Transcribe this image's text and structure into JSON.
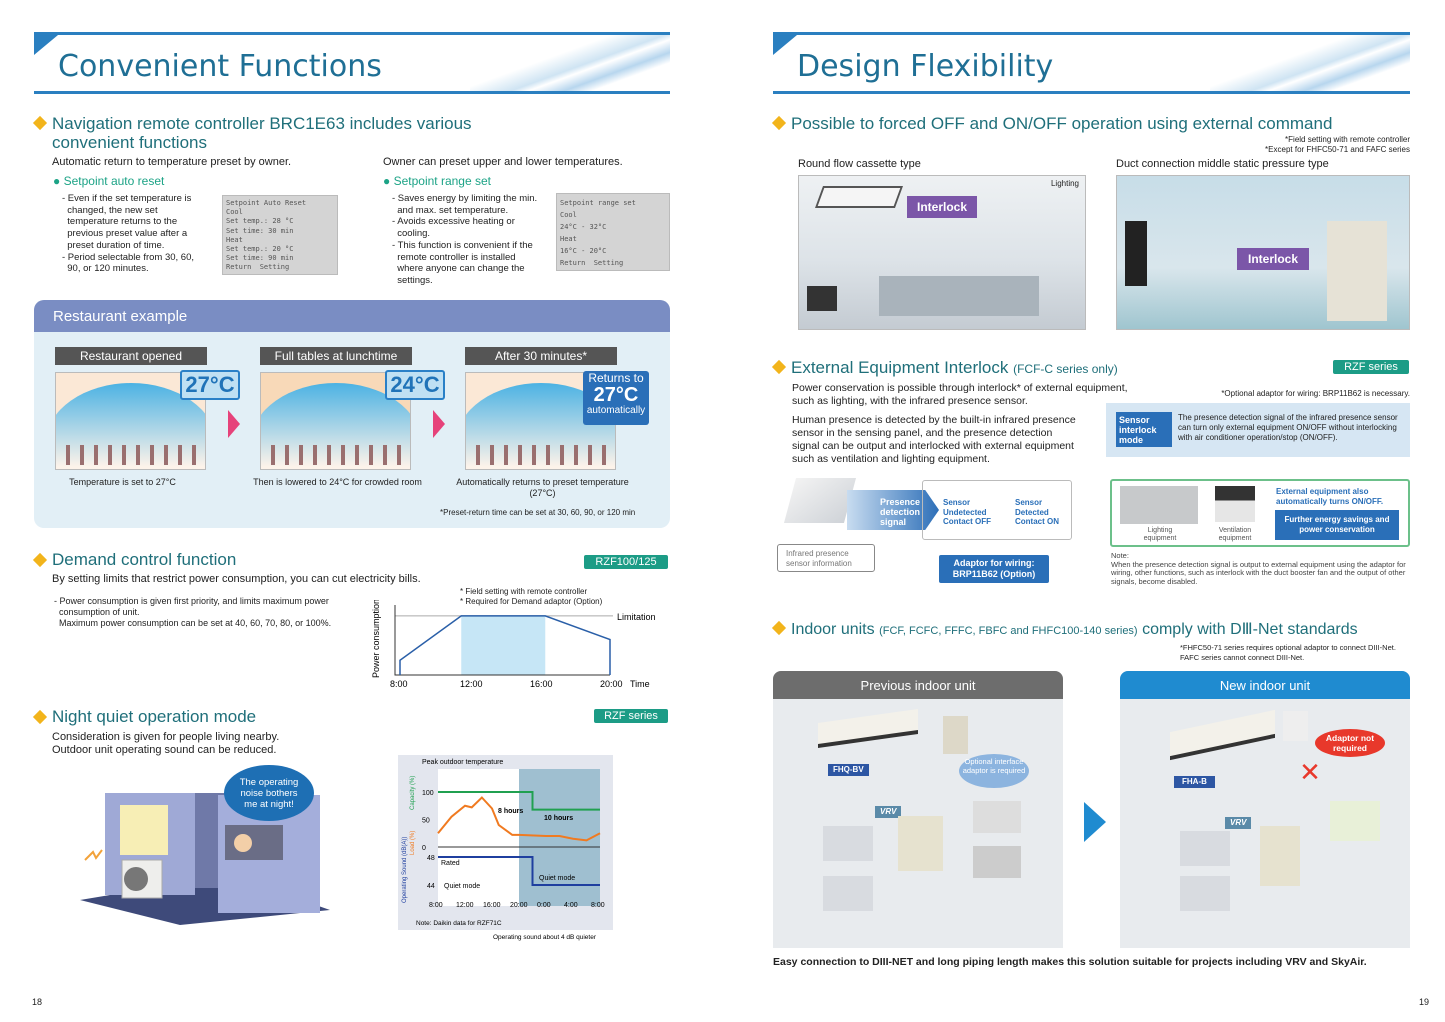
{
  "left": {
    "title": "Convenient Functions",
    "nav": {
      "heading_1": "Navigation remote controller BRC1E63 includes various",
      "heading_2": "convenient functions",
      "col1": {
        "intro": "Automatic return to temperature preset by owner.",
        "sub": "Setpoint auto reset",
        "bullets": [
          "- Even if the set temperature is",
          "  changed, the new set",
          "  temperature returns to the",
          "  previous preset value after a",
          "  preset duration of time.",
          "- Period selectable from 30, 60,",
          "  90, or 120 minutes."
        ],
        "lcd": [
          "Setpoint Auto Reset",
          "Cool",
          "Set temp.: 28 °C",
          "Set time: 30 min",
          "Heat",
          "Set temp.: 20 °C",
          "Set time: 90 min",
          "Return  Setting"
        ]
      },
      "col2": {
        "intro": "Owner can preset upper and lower temperatures.",
        "sub": "Setpoint range set",
        "bullets": [
          "- Saves energy by limiting the min.",
          "  and max. set temperature.",
          "- Avoids excessive heating or",
          "  cooling.",
          "- This function is convenient if the",
          "  remote controller is installed",
          "  where anyone can change the",
          "  settings."
        ],
        "lcd": [
          "Setpoint range set",
          "Cool",
          "24°C - 32°C",
          "Heat",
          "16°C - 20°C",
          "Return  Setting"
        ]
      }
    },
    "restaurant": {
      "title": "Restaurant example",
      "steps": [
        {
          "label": "Restaurant opened",
          "temp": "27°C",
          "caption": "Temperature is set to 27°C"
        },
        {
          "label": "Full tables at lunchtime",
          "temp": "24°C",
          "caption": "Then is lowered to 24°C for crowded room"
        },
        {
          "label": "After 30 minutes*",
          "temp_pre": "Returns to",
          "temp": "27°C",
          "temp_post": "automatically",
          "caption": "Automatically returns to preset temperature (27°C)"
        }
      ],
      "note": "*Preset-return time can be set at 30, 60, 90, or 120 min"
    },
    "demand": {
      "heading": "Demand control function",
      "badge": "RZF100/125",
      "intro": "By setting limits that restrict power consumption, you can cut electricity bills.",
      "bullets": [
        "- Power consumption is given first priority, and limits maximum power",
        "  consumption of unit.",
        "  Maximum power consumption can be set at 40, 60, 70, 80, or 100%."
      ],
      "notes": [
        "* Field setting with remote controller",
        "* Required for Demand adaptor (Option)"
      ]
    },
    "night": {
      "heading": "Night quiet operation mode",
      "badge": "RZF series",
      "intro_1": "Consideration is given for people living nearby.",
      "intro_2": "Outdoor unit operating sound can be reduced.",
      "bubble": "The operating noise bothers me at night!"
    },
    "page_number": "18"
  },
  "chart_data": [
    {
      "type": "line",
      "title": "",
      "ylabel": "Power consumption",
      "xlabel": "Time",
      "x_ticks": [
        "8:00",
        "12:00",
        "16:00",
        "20:00"
      ],
      "limit_label": "Limitation",
      "series": [
        {
          "name": "Power consumption",
          "x": [
            8,
            11.5,
            16.3,
            20
          ],
          "y": [
            25,
            100,
            100,
            60
          ]
        }
      ],
      "ylim": [
        0,
        110
      ],
      "shaded_range": [
        "11.5",
        "16.3"
      ]
    },
    {
      "type": "line",
      "title": "Peak outdoor temperature",
      "x_ticks": [
        "8:00",
        "12:00",
        "16:00",
        "20:00",
        "0:00",
        "4:00",
        "8:00"
      ],
      "y_labels": {
        "capacity": "Capacity (%)",
        "load": "Load (%)",
        "sound": "Operating Sound (dB(A))"
      },
      "capacity_ticks": [
        "100",
        "50",
        "0"
      ],
      "sound_ticks": [
        "48",
        "44"
      ],
      "series": [
        {
          "name": "Capacity",
          "color": "#20a050",
          "x": [
            8,
            22,
            22,
            32
          ],
          "y": [
            100,
            100,
            68,
            68
          ]
        },
        {
          "name": "Load",
          "color": "#f07a20",
          "x": [
            8,
            10,
            12,
            13,
            14.5,
            16,
            17,
            19,
            20,
            24,
            26,
            28,
            30,
            32
          ],
          "y": [
            25,
            55,
            75,
            72,
            90,
            70,
            40,
            22,
            22,
            20,
            20,
            15,
            12,
            25
          ]
        },
        {
          "name": "Operating sound",
          "color": "#1f3f9f",
          "x": [
            8,
            22,
            22,
            32
          ],
          "y": [
            48,
            48,
            44,
            44
          ]
        }
      ],
      "annotations": {
        "eight": "8 hours",
        "ten": "10 hours",
        "rated": "Rated",
        "quiet_left": "Quiet mode",
        "quiet_right": "Quiet mode",
        "note": "Note: Daikin data for RZF71C",
        "footer": "Operating sound about 4 dB quieter"
      }
    }
  ],
  "right": {
    "title": "Design Flexibility",
    "forced": {
      "heading": "Possible to forced OFF and ON/OFF operation using external command",
      "note1": "*Field setting with remote controller",
      "note2": "*Except for FHFC50-71 and FAFC series",
      "img1": {
        "label": "Round flow cassette type",
        "tag": "Interlock",
        "small": "Lighting"
      },
      "img2": {
        "label": "Duct connection middle static pressure type",
        "tag": "Interlock"
      }
    },
    "interlock": {
      "heading": "External Equipment Interlock",
      "heading_small": "(FCF-C series only)",
      "badge": "RZF series",
      "p1_1": "Power conservation is possible through interlock* of external equipment,",
      "p1_2": "such as lighting, with the infrared presence sensor.",
      "p2": [
        "Human presence is detected by the built-in infrared presence",
        "sensor in the sensing panel, and the presence detection",
        "signal can be output and interlocked with external equipment",
        "such as ventilation and lighting equipment."
      ],
      "option_note": "*Optional adaptor for wiring: BRP11B62 is necessary.",
      "mode": "Sensor interlock mode",
      "mode_desc": "The presence detection signal of the infrared presence sensor can turn only external equipment ON/OFF without interlocking with air conditioner operation/stop (ON/OFF).",
      "signal": "Presence detection signal",
      "undetected": "Sensor Undetected Contact OFF",
      "detected": "Sensor Detected Contact ON",
      "sensor_info": "Infrared presence sensor information",
      "adaptor": "Adaptor for wiring: BRP11B62 (Option)",
      "lighting": "Lighting equipment",
      "ventilation": "Ventilation equipment",
      "ext_on": "External equipment also automatically turns ON/OFF.",
      "savings": "Further energy savings and power conservation",
      "note": "Note:\nWhen the presence detection signal is output to external equipment using the adaptor for wiring, other functions, such as interlock with the duct booster fan and the output of other signals, become disabled."
    },
    "indoor": {
      "heading_a": "Indoor units",
      "heading_small": "(FCF, FCFC, FFFC, FBFC and FHFC100-140 series)",
      "heading_b": "comply with DⅢ-Net standards",
      "note1": "*FHFC50-71 series requires optional adaptor to connect DIII-Net.",
      "note2": "FAFC series cannot connect DIII-Net.",
      "prev": {
        "title": "Previous indoor unit",
        "model": "FHQ-BV",
        "vrv": "VRV",
        "bubble": "Optional interface adaptor is required"
      },
      "new": {
        "title": "New indoor unit",
        "model": "FHA-B",
        "vrv": "VRV",
        "bubble": "Adaptor not required"
      },
      "footer": "Easy connection to DIII-NET and long piping length makes this solution suitable for projects including VRV and SkyAir."
    },
    "page_number": "19"
  }
}
